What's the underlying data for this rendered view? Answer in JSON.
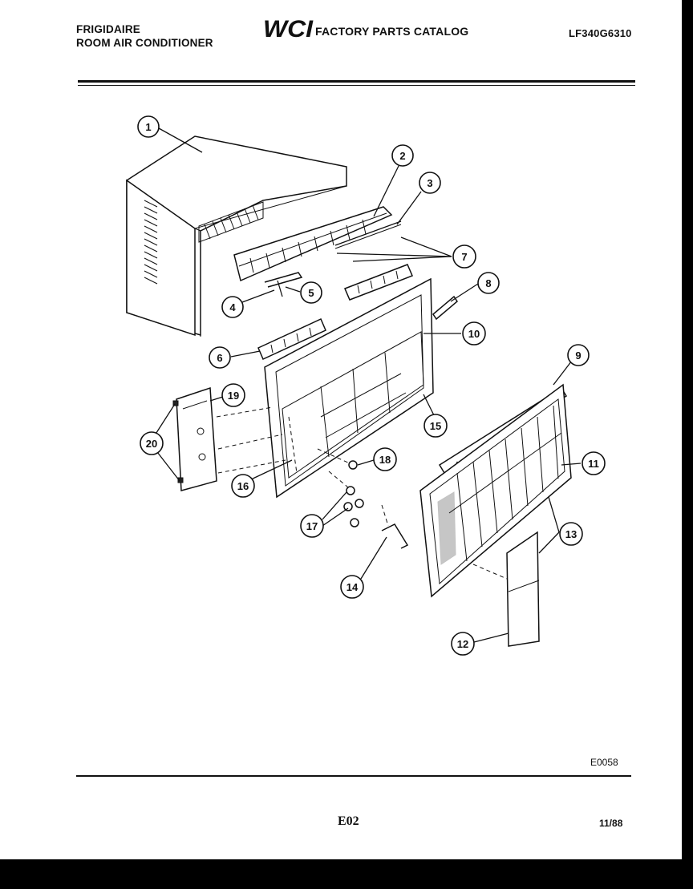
{
  "header": {
    "brand": "FRIGIDAIRE",
    "product": "ROOM AIR CONDITIONER",
    "catalog_title": "FACTORY PARTS CATALOG",
    "logo_text": "WCI",
    "model_number": "LF340G6310"
  },
  "diagram": {
    "callouts": [
      {
        "id": "callout-1",
        "label": "1"
      },
      {
        "id": "callout-2",
        "label": "2"
      },
      {
        "id": "callout-3",
        "label": "3"
      },
      {
        "id": "callout-4",
        "label": "4"
      },
      {
        "id": "callout-5",
        "label": "5"
      },
      {
        "id": "callout-6",
        "label": "6"
      },
      {
        "id": "callout-7",
        "label": "7"
      },
      {
        "id": "callout-8",
        "label": "8"
      },
      {
        "id": "callout-9",
        "label": "9"
      },
      {
        "id": "callout-10",
        "label": "10"
      },
      {
        "id": "callout-11",
        "label": "11"
      },
      {
        "id": "callout-12",
        "label": "12"
      },
      {
        "id": "callout-13",
        "label": "13"
      },
      {
        "id": "callout-14",
        "label": "14"
      },
      {
        "id": "callout-15",
        "label": "15"
      },
      {
        "id": "callout-16",
        "label": "16"
      },
      {
        "id": "callout-17",
        "label": "17"
      },
      {
        "id": "callout-18",
        "label": "18"
      },
      {
        "id": "callout-19",
        "label": "19"
      },
      {
        "id": "callout-20",
        "label": "20"
      }
    ]
  },
  "footer": {
    "diagram_code": "E0058",
    "page_code": "E02",
    "date_code": "11/88"
  }
}
